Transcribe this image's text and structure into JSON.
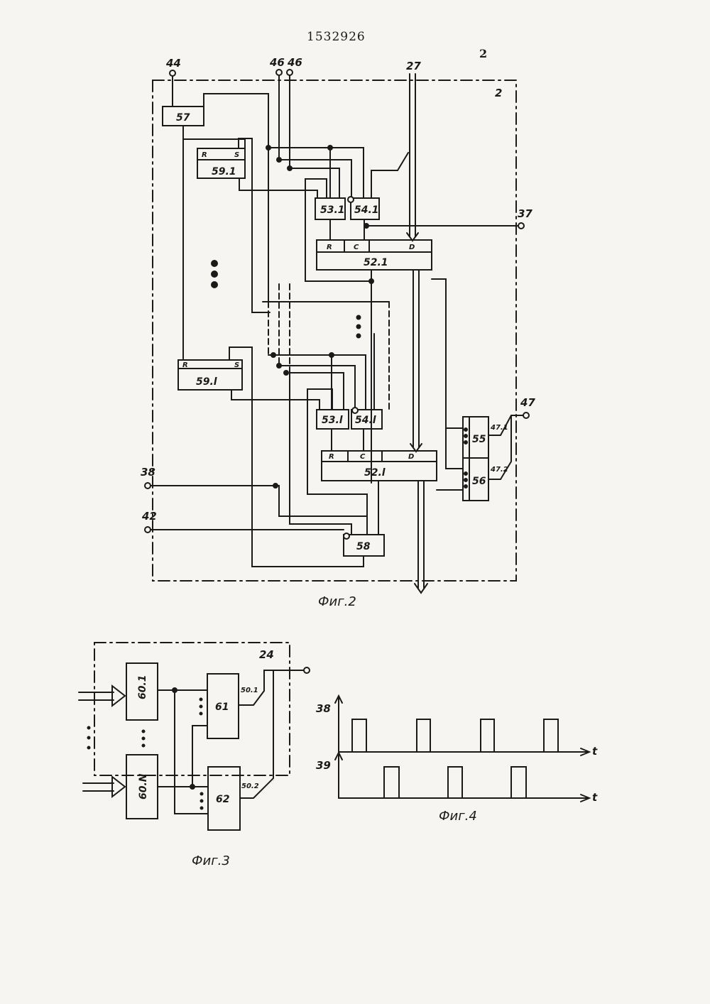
{
  "header": {
    "document_number": "1532926",
    "page_number": "2"
  },
  "fig2": {
    "caption": "Фиг.2",
    "frame_label": "2",
    "terminals": {
      "t44": "44",
      "t46a": "46",
      "t46b": "46",
      "t27": "27",
      "t37": "37",
      "t47": "47",
      "t38": "38",
      "t42": "42"
    },
    "blocks": {
      "b57": "57",
      "b59_1": "59.1",
      "b59_l": "59.l",
      "b53_1": "53.1",
      "b54_1": "54.1",
      "b52_1": "52.1",
      "b53_l": "53.l",
      "b54_l": "54.l",
      "b52_l": "52.l",
      "b55": "55",
      "b56": "56",
      "b58": "58"
    },
    "pins": {
      "r": "R",
      "s": "S",
      "c": "C",
      "d": "D"
    },
    "line_labels": {
      "l47_1": "47.1",
      "l47_2": "47.2"
    }
  },
  "fig3": {
    "caption": "Фиг.3",
    "frame_label": "24",
    "blocks": {
      "b60_1": "60.1",
      "b60_n": "60.N",
      "b61": "61",
      "b62": "62"
    },
    "line_labels": {
      "l50_1": "50.1",
      "l50_2": "50.2"
    }
  },
  "fig4": {
    "caption": "Фиг.4",
    "signals": [
      {
        "label": "38",
        "axis": "t"
      },
      {
        "label": "39",
        "axis": "t"
      }
    ]
  }
}
